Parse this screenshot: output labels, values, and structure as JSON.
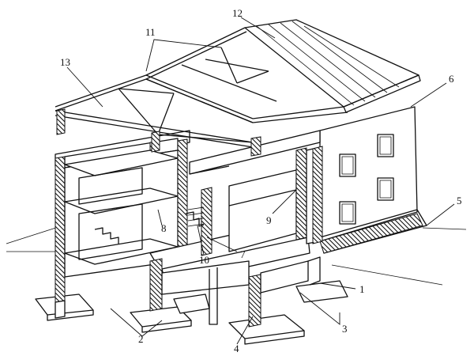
{
  "callouts": [
    {
      "id": "1",
      "text": "1"
    },
    {
      "id": "2",
      "text": "2"
    },
    {
      "id": "3",
      "text": "3"
    },
    {
      "id": "4",
      "text": "4"
    },
    {
      "id": "5",
      "text": "5"
    },
    {
      "id": "6",
      "text": "6"
    },
    {
      "id": "7",
      "text": "7"
    },
    {
      "id": "8",
      "text": "8"
    },
    {
      "id": "9",
      "text": "9"
    },
    {
      "id": "10",
      "text": "10"
    },
    {
      "id": "11",
      "text": "11"
    },
    {
      "id": "12",
      "text": "12"
    },
    {
      "id": "13",
      "text": "13"
    }
  ],
  "colors": {
    "ink": "#111111",
    "paper": "#ffffff"
  }
}
